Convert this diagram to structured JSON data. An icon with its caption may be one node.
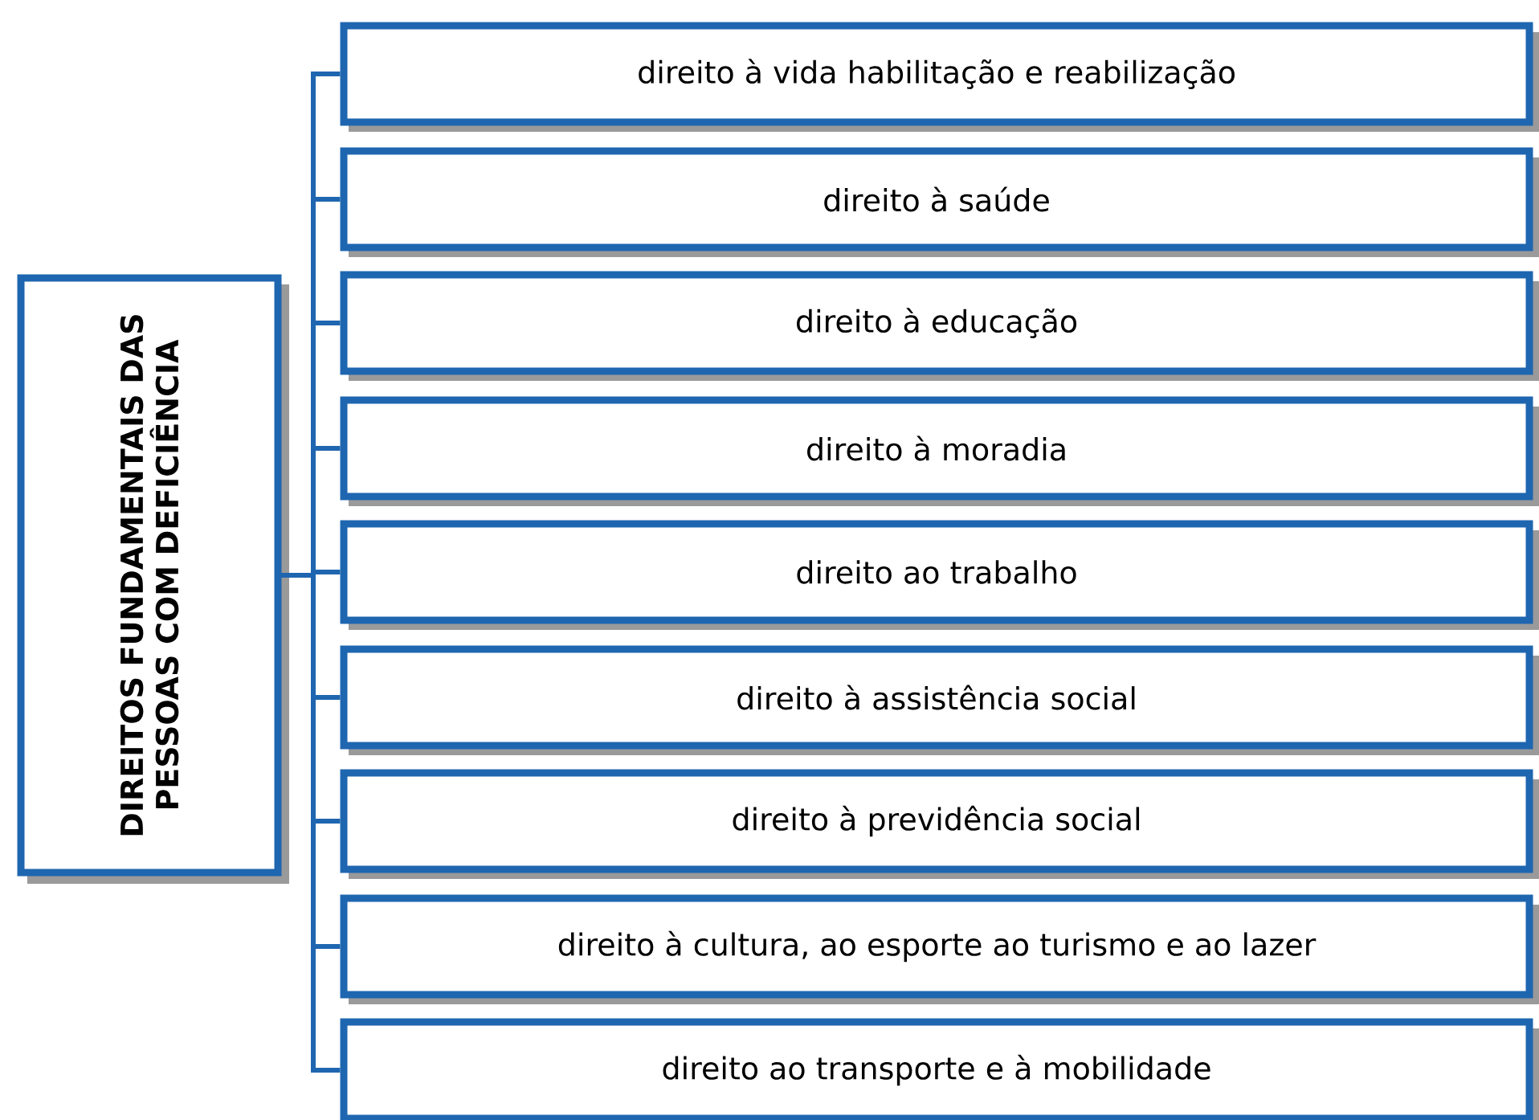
{
  "diagram": {
    "nodes": [
      {
        "text": [
          "DIREITOS FUNDAMENTAIS DAS PESSOAS COM DEFICIÊNCIA"
        ]
      },
      {
        "text": [
          "direito à vida habilitação e reabilização"
        ]
      },
      {
        "text": [
          "direito à saúde"
        ]
      },
      {
        "text": [
          "direito à educação"
        ]
      },
      {
        "text": [
          "direito à moradia"
        ]
      },
      {
        "text": [
          "direito ao trabalho"
        ]
      },
      {
        "text": [
          "direito à assistência social"
        ]
      },
      {
        "text": [
          "direito à previdência social"
        ]
      },
      {
        "text": [
          "direito à cultura, ao esporte ao turismo e ao lazer"
        ]
      },
      {
        "text": [
          "direito ao transporte e à mobilidade"
        ]
      }
    ],
    "edges": [
      {
        "from": 0,
        "to": 1,
        "arrow": "none"
      },
      {
        "from": 0,
        "to": 2,
        "arrow": "none"
      },
      {
        "from": 0,
        "to": 3,
        "arrow": "none"
      },
      {
        "from": 0,
        "to": 4,
        "arrow": "none"
      },
      {
        "from": 0,
        "to": 5,
        "arrow": "none"
      },
      {
        "from": 0,
        "to": 6,
        "arrow": "none"
      },
      {
        "from": 0,
        "to": 7,
        "arrow": "none"
      },
      {
        "from": 0,
        "to": 8,
        "arrow": "none"
      },
      {
        "from": 0,
        "to": 9,
        "arrow": "none"
      }
    ]
  }
}
